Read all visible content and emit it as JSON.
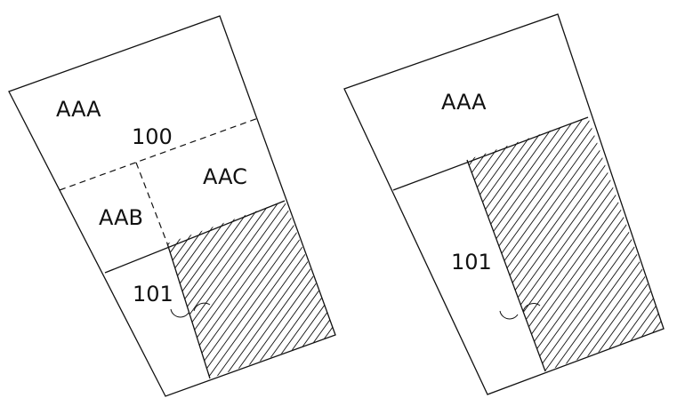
{
  "diagrams": [
    {
      "id": "left",
      "labels": {
        "aaa": "AAA",
        "parcel": "100",
        "aab": "AAB",
        "aac": "AAC",
        "lot": "101"
      }
    },
    {
      "id": "right",
      "labels": {
        "aaa": "AAA",
        "lot": "101"
      }
    }
  ],
  "colors": {
    "line": "#111111",
    "background": "#ffffff"
  }
}
